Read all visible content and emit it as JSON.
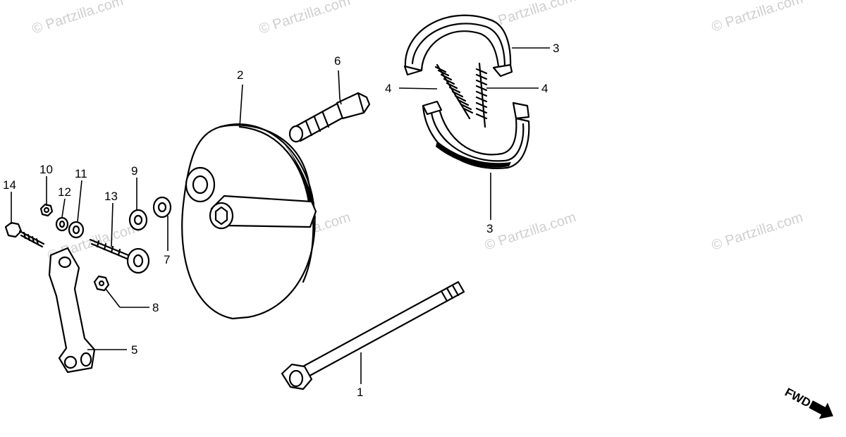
{
  "watermark": "© Partzilla.com",
  "direction_label": "FWD",
  "callouts": {
    "c1": "1",
    "c2": "2",
    "c3a": "3",
    "c3b": "3",
    "c4a": "4",
    "c4b": "4",
    "c5": "5",
    "c6": "6",
    "c7": "7",
    "c8": "8",
    "c9": "9",
    "c10": "10",
    "c11": "11",
    "c12": "12",
    "c13": "13",
    "c14": "14"
  }
}
